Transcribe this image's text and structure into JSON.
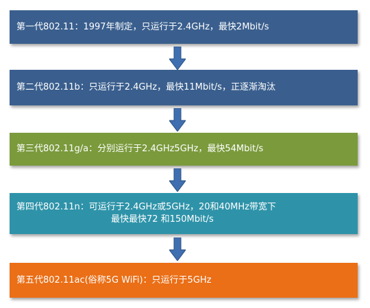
{
  "generations": [
    {
      "line1": "第一代802.11：1997年制定，只运行于2.4GHz，最快2Mbit/s"
    },
    {
      "line1": "第二代802.11b：只运行于2.4GHz，最快11Mbit/s，正逐渐淘汰"
    },
    {
      "line1": "第三代802.11g/a：分别运行于2.4GHz5GHz，最快54Mbit/s"
    },
    {
      "line1": "第四代802.11n：可运行于2.4GHz或5GHz，20和40MHz带宽下",
      "line2": "最快最快72 和150Mbit/s"
    },
    {
      "line1": "第五代802.11ac(俗称5G WiFi)：只运行于5GHz"
    }
  ],
  "colors": {
    "blue": "#3a5f8e",
    "green": "#7a9a3c",
    "teal": "#2e93a9",
    "orange": "#ea6f17",
    "arrow": "#3f6fb0"
  }
}
